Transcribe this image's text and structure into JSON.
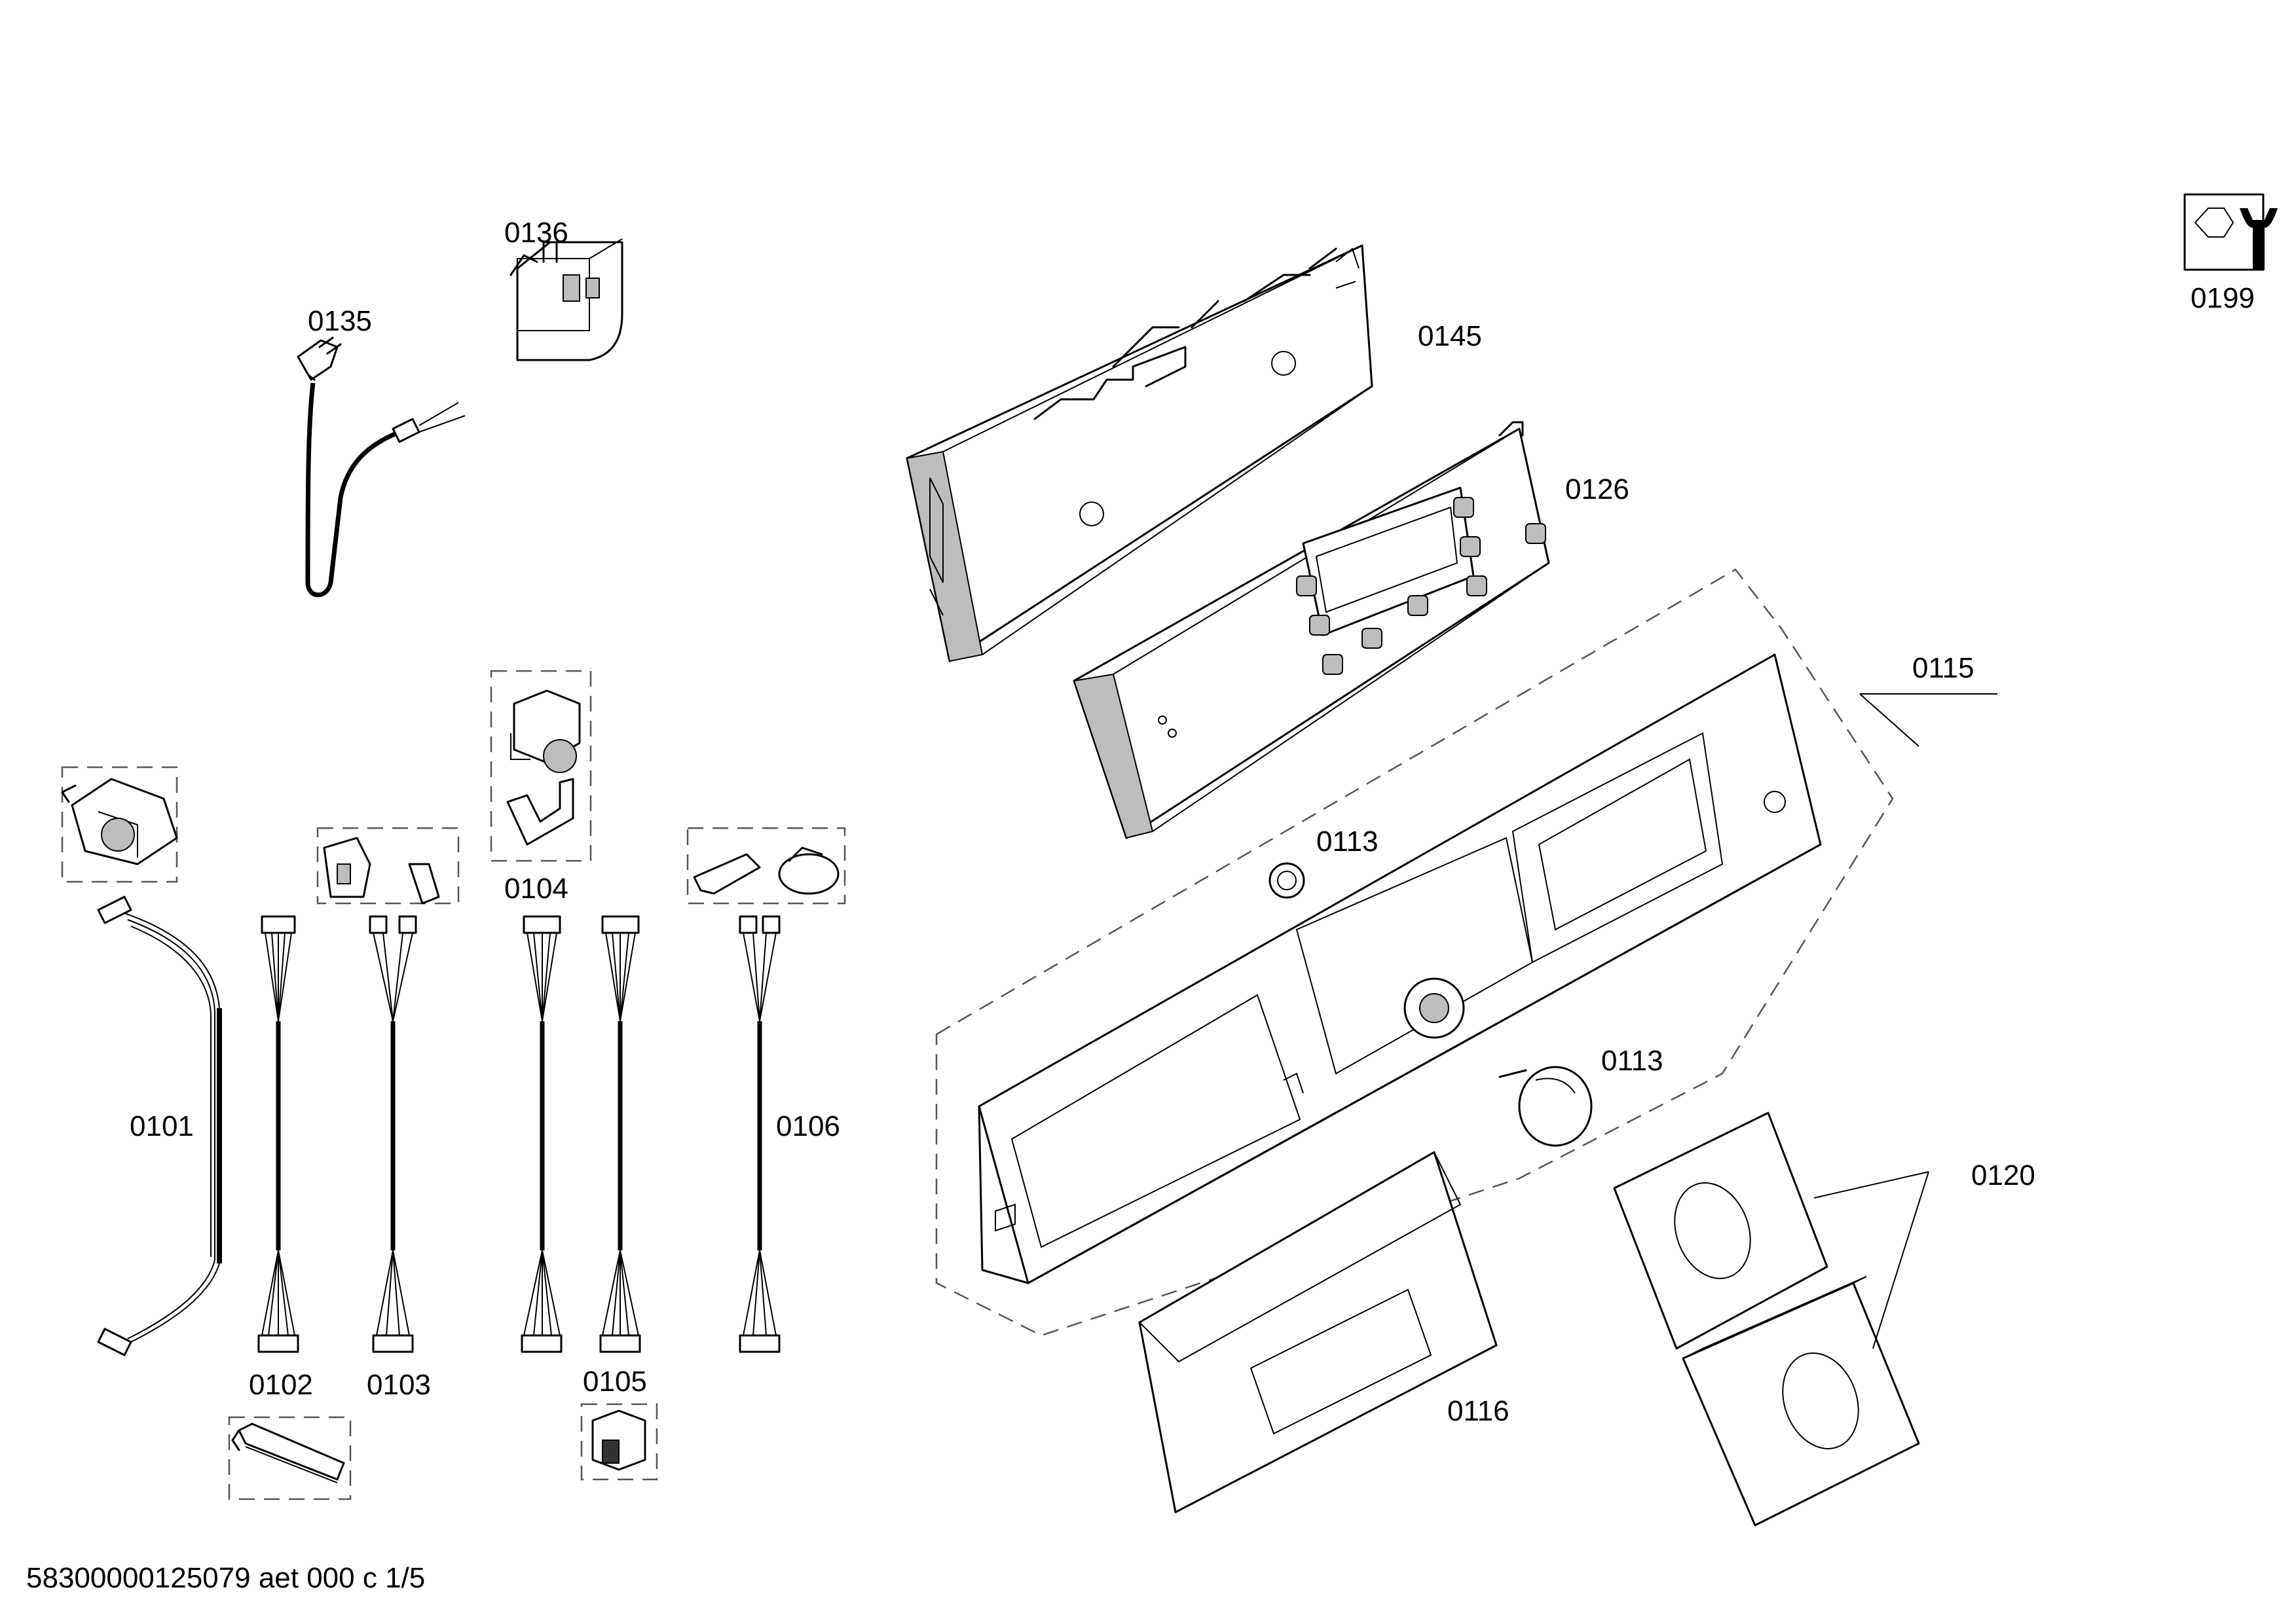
{
  "labels": {
    "p0101": "0101",
    "p0102": "0102",
    "p0103": "0103",
    "p0104": "0104",
    "p0105": "0105",
    "p0106": "0106",
    "p0113a": "0113",
    "p0113b": "0113",
    "p0115": "0115",
    "p0116": "0116",
    "p0120": "0120",
    "p0126": "0126",
    "p0135": "0135",
    "p0136": "0136",
    "p0145": "0145",
    "p0199": "0199"
  },
  "footer": {
    "document_id": "58300000125079 aet 000 c 1/5"
  }
}
